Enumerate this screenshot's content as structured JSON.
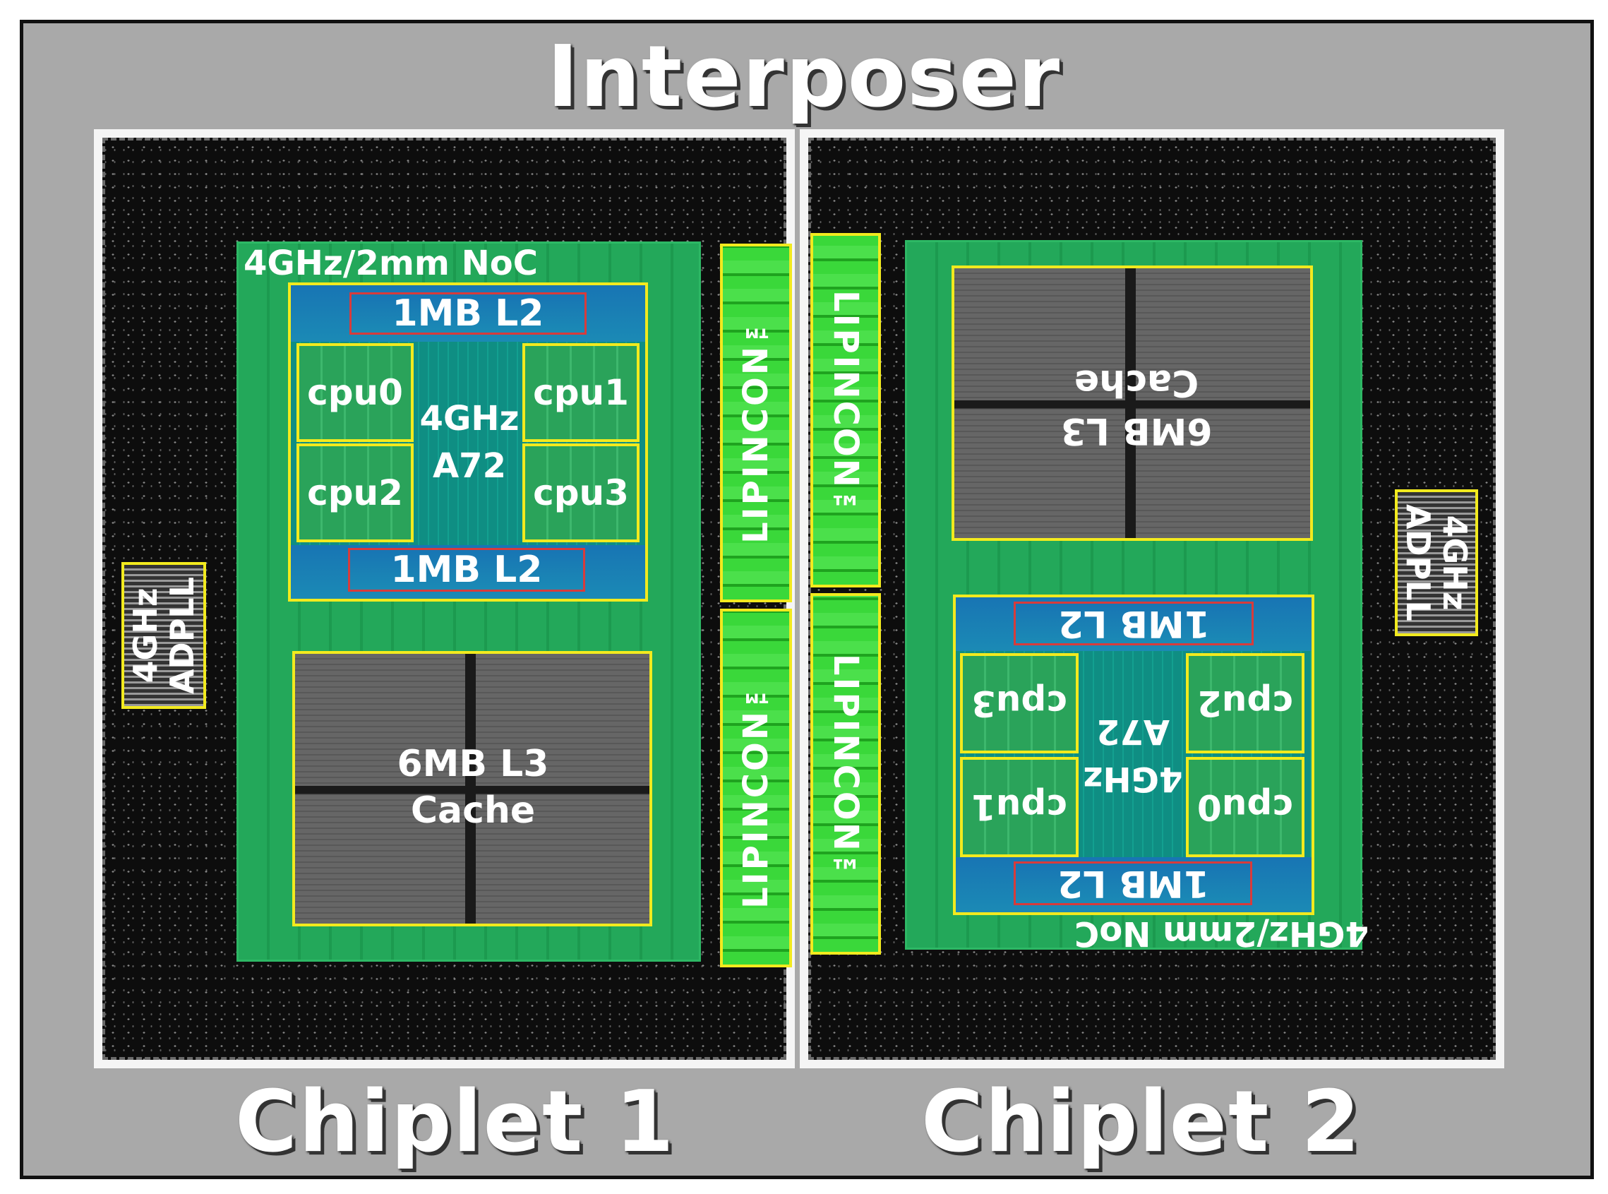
{
  "title": "Interposer",
  "chiplets": [
    {
      "name": "Chiplet 1",
      "noc": "4GHz/2mm NoC",
      "l2_top": "1MB L2",
      "l2_bottom": "1MB L2",
      "cores": [
        "cpu0",
        "cpu1",
        "cpu2",
        "cpu3"
      ],
      "cluster_line1": "4GHz",
      "cluster_line2": "A72",
      "l3_line1": "6MB L3",
      "l3_line2": "Cache",
      "adpll_line1": "4GHz",
      "adpll_line2": "ADPLL",
      "lipincon": [
        "LIPINCON™",
        "LIPINCON™"
      ]
    },
    {
      "name": "Chiplet 2",
      "noc": "4GHz/2mm NoC",
      "l2_top": "1MB L2",
      "l2_bottom": "1MB L2",
      "cores": [
        "cpu3",
        "cpu2",
        "cpu1",
        "cpu0"
      ],
      "cluster_line1": "4GHz",
      "cluster_line2": "A72",
      "l3_line1": "6MB L3",
      "l3_line2": "Cache",
      "adpll_line1": "4GHz",
      "adpll_line2": "ADPLL",
      "lipincon": [
        "LIPINCON™",
        "LIPINCON™"
      ]
    }
  ],
  "colors": {
    "highlight_outline": "#f2ea1e",
    "l2_outline": "#d83b3b",
    "noc_green": "#23a85a",
    "lipincon_green": "#3ad83a",
    "background_gray": "#a9a9a9"
  }
}
